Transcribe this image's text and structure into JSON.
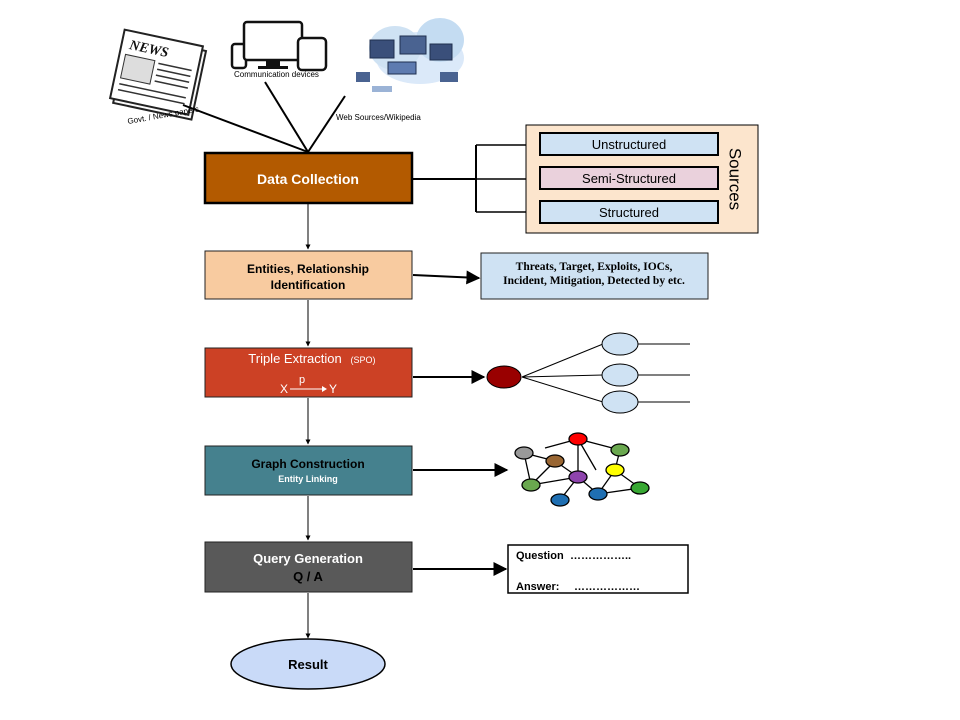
{
  "sources_inputs": {
    "newspaper_label": "Govt. / News papers",
    "newspaper_masthead": "NEWS",
    "devices_label": "Communication devices",
    "web_label": "Web Sources/Wikipedia"
  },
  "steps": {
    "data_collection": "Data Collection",
    "entities_line1": "Entities, Relationship",
    "entities_line2": "Identification",
    "triple_title": "Triple Extraction",
    "triple_spo": "(SPO)",
    "triple_x": "X",
    "triple_p": "p",
    "triple_y": "Y",
    "graph_title": "Graph Construction",
    "graph_sub": "Entity Linking",
    "query_title": "Query Generation",
    "query_sub": "Q / A",
    "result": "Result"
  },
  "sources_panel": {
    "title": "Sources",
    "items": [
      "Unstructured",
      "Semi-Structured",
      "Structured"
    ]
  },
  "entity_types": {
    "line1": "Threats, Target, Exploits, IOCs,",
    "line2": "Incident, Mitigation, Detected by etc."
  },
  "qa": {
    "question_label": "Question",
    "question_dots": "……………..",
    "answer_label": "Answer:",
    "answer_dots": "………………"
  },
  "colors": {
    "data_collection": "#b35a00",
    "entities": "#f8cba0",
    "triple": "#cc4125",
    "graph": "#45818e",
    "query": "#595959",
    "result": "#c9daf8",
    "sources_panel": "#fce5cd",
    "unstructured": "#cfe2f3",
    "semi_structured": "#ead1dc",
    "structured": "#cfe2f3",
    "entity_types_box": "#cfe2f3",
    "subject_node": "#990000",
    "object_nodes": "#cfe2f3"
  }
}
